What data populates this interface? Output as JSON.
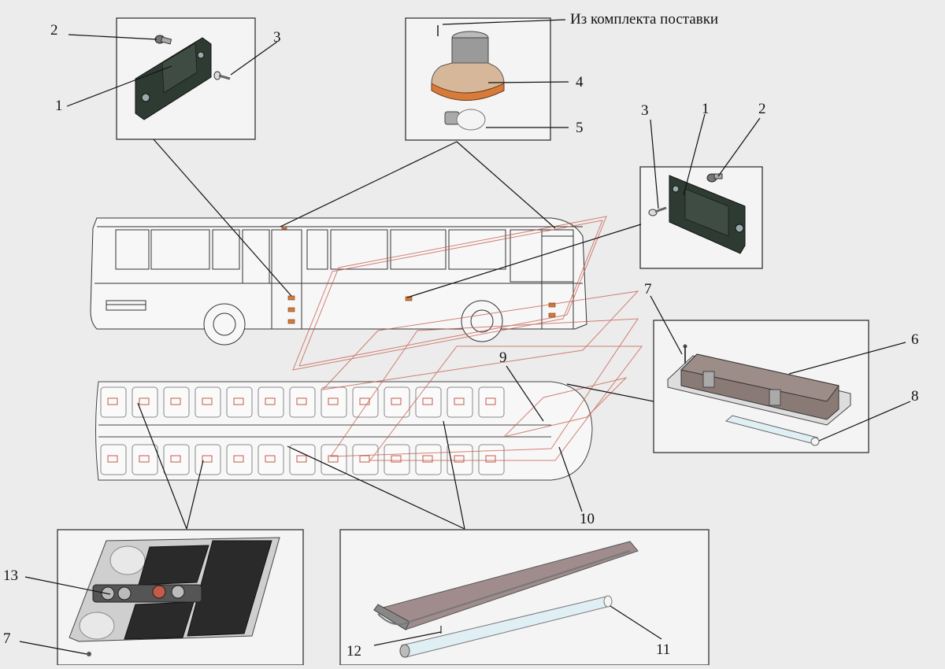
{
  "supply_note": "Из комплекта поставки",
  "callouts": {
    "c1_top": "1",
    "c2_top": "2",
    "c3_top": "3",
    "c4": "4",
    "c5": "5",
    "c3_right": "3",
    "c1_right": "1",
    "c2_right": "2",
    "c7_right": "7",
    "c6": "6",
    "c8": "8",
    "c9": "9",
    "c10": "10",
    "c13": "13",
    "c7_bottom": "7",
    "c12": "12",
    "c11": "11"
  },
  "colors": {
    "background": "#ececec",
    "line": "#333333",
    "lamp_orange": "#d87b3a",
    "highlight_red": "#c45a4a",
    "plate_dark": "#2e3b33"
  }
}
